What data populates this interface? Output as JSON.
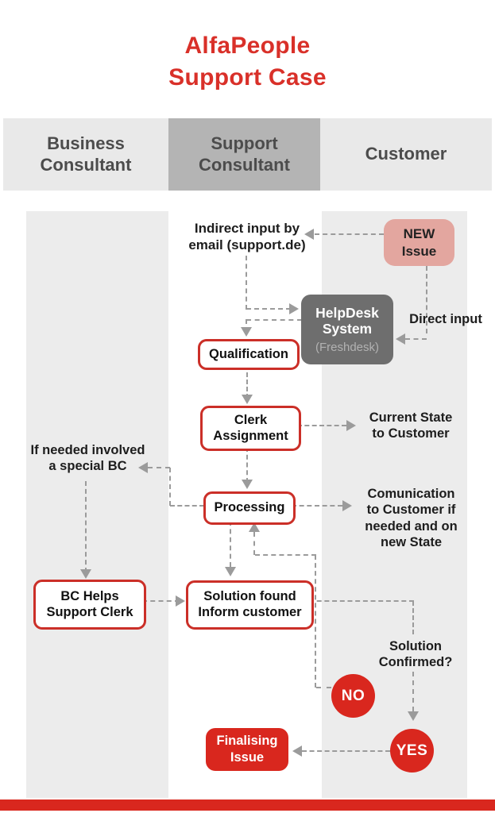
{
  "title": "AlfaPeople\nSupport Case",
  "lanes": {
    "business": "Business\nConsultant",
    "support": "Support\nConsultant",
    "customer": "Customer"
  },
  "nodes": {
    "indirect_input": "Indirect input by\nemail (support.de)",
    "new_issue": "NEW\nIssue",
    "helpdesk_title": "HelpDesk\nSystem",
    "helpdesk_sub": "(Freshdesk)",
    "direct_input": "Direct input",
    "qualification": "Qualification",
    "clerk_assignment": "Clerk\nAssignment",
    "current_state": "Current State\nto Customer",
    "if_needed": "If needed involved\na special BC",
    "processing": "Processing",
    "comunication": "Comunication\nto Customer if\nneeded and on\nnew State",
    "bc_helps": "BC Helps\nSupport Clerk",
    "solution_found": "Solution found\nInform customer",
    "solution_confirmed": "Solution\nConfirmed?",
    "no": "NO",
    "yes": "YES",
    "finalising": "Finalising\nIssue"
  },
  "colors": {
    "accent_red": "#d9271e",
    "title_red": "#d93029",
    "box_border_red": "#cb2f28",
    "pink": "#e3a69f",
    "dark_gray": "#6e6e6e",
    "lane_gray": "#ececec",
    "header_gray": "#e9e9e9",
    "header_mid_gray": "#b4b4b4",
    "arrow_gray": "#9b9b9b"
  }
}
